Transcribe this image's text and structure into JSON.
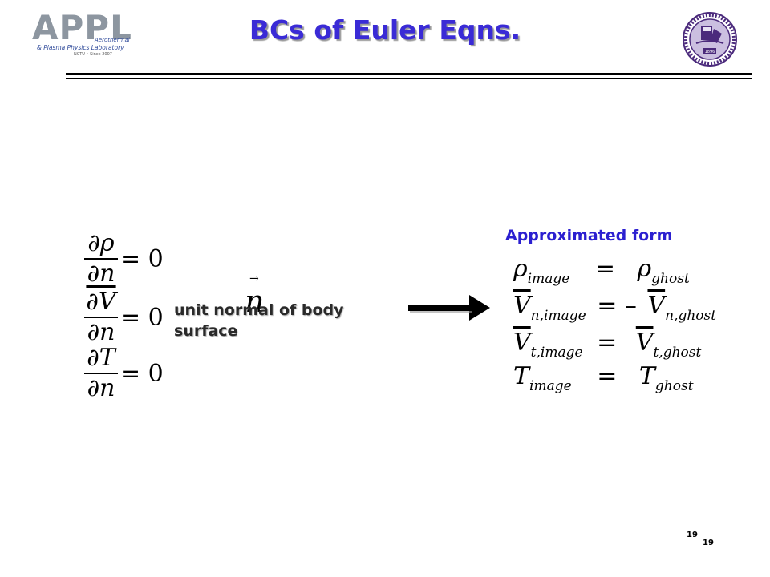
{
  "header": {
    "title": "BCs of Euler Eqns.",
    "logo": {
      "wordmark": "APPL",
      "line1": "Aerothermal",
      "line2": "& Plasma Physics Laboratory",
      "line3": "NCTU • Since 2007"
    },
    "seal": {
      "year": "1896",
      "icon": "university-seal-icon"
    }
  },
  "left_equations": [
    {
      "num": "∂ρ",
      "den": "∂n",
      "rhs": "= 0"
    },
    {
      "num": "∂V",
      "den": "∂n",
      "rhs": "= 0"
    },
    {
      "num": "∂T",
      "den": "∂n",
      "rhs": "= 0"
    }
  ],
  "normal_vector": {
    "arrow": "→",
    "symbol": "n"
  },
  "unit_normal_text": "unit normal of body surface",
  "approx_label": "Approximated form",
  "approx_equations": [
    {
      "lhs": "ρ",
      "lhs_sub": "image",
      "op": "=",
      "rhs": "ρ",
      "rhs_sub": "ghost"
    },
    {
      "lhs": "V",
      "lhs_sub": "n,image",
      "op": "= –",
      "rhs": "V",
      "rhs_sub": "n,ghost"
    },
    {
      "lhs": "V",
      "lhs_sub": "t,image",
      "op": "=",
      "rhs": "V",
      "rhs_sub": "t,ghost"
    },
    {
      "lhs": "T",
      "lhs_sub": "image",
      "op": "=",
      "rhs": "T",
      "rhs_sub": "ghost"
    }
  ],
  "page_number": "19",
  "colors": {
    "title": "#3a2bd6",
    "accent": "#2b1fd0",
    "seal": "#4b2a7c"
  }
}
